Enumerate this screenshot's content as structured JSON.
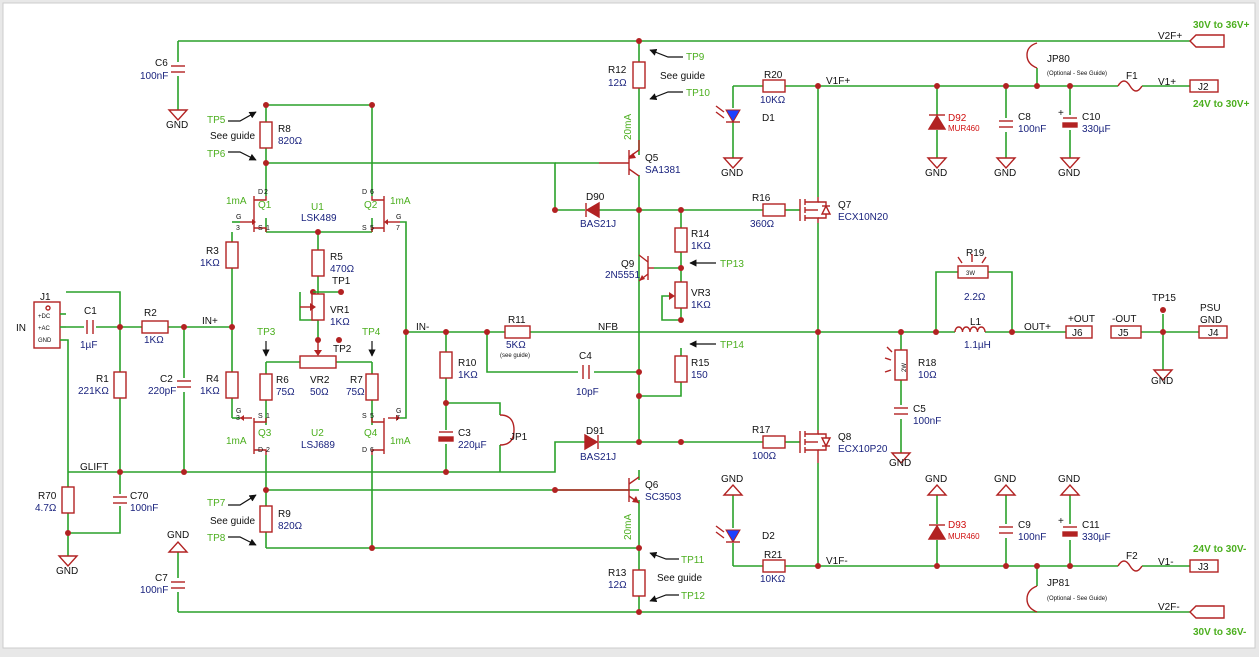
{
  "colors": {
    "wire": "#2aa12a",
    "component": "#b22222",
    "ref_label": "#1a237e",
    "testpoint": "#4caf1f",
    "diode_part": "#d01010",
    "led": "#1e40ff"
  },
  "connectors": {
    "J1": {
      "ref": "J1",
      "pins": [
        "+DC",
        "+AC",
        "GND"
      ],
      "label": "IN"
    },
    "J2": {
      "ref": "J2",
      "net": "V1+",
      "supply": "24V to 30V+"
    },
    "J3": {
      "ref": "J3",
      "net": "V1-",
      "supply": "24V to 30V-"
    },
    "J4": {
      "ref": "J4",
      "label_top": "PSU",
      "label_bottom": "GND"
    },
    "J5": {
      "ref": "J5",
      "net": "-OUT"
    },
    "J6": {
      "ref": "J6",
      "net": "+OUT"
    },
    "V2Fp": {
      "net": "V2F+",
      "supply": "30V to 36V+"
    },
    "V2Fm": {
      "net": "V2F-",
      "supply": "30V to 36V-"
    }
  },
  "parts": {
    "C1": [
      "C1",
      "1µF"
    ],
    "C2": [
      "C2",
      "220pF"
    ],
    "C3": [
      "C3",
      "220µF"
    ],
    "C4": [
      "C4",
      "10pF"
    ],
    "C5": [
      "C5",
      "100nF"
    ],
    "C6": [
      "C6",
      "100nF"
    ],
    "C7": [
      "C7",
      "100nF"
    ],
    "C8": [
      "C8",
      "100nF"
    ],
    "C9": [
      "C9",
      "100nF"
    ],
    "C10": [
      "C10",
      "330µF"
    ],
    "C11": [
      "C11",
      "330µF"
    ],
    "C70": [
      "C70",
      "100nF"
    ],
    "R1": [
      "R1",
      "221KΩ"
    ],
    "R2": [
      "R2",
      "1KΩ"
    ],
    "R3": [
      "R3",
      "1KΩ"
    ],
    "R4": [
      "R4",
      "1KΩ"
    ],
    "R5": [
      "R5",
      "470Ω"
    ],
    "R6": [
      "R6",
      "75Ω"
    ],
    "R7": [
      "R7",
      "75Ω"
    ],
    "R8": [
      "R8",
      "820Ω"
    ],
    "R9": [
      "R9",
      "820Ω"
    ],
    "R10": [
      "R10",
      "1KΩ"
    ],
    "R11": [
      "R11",
      "5KΩ",
      "(see guide)"
    ],
    "R12": [
      "R12",
      "12Ω"
    ],
    "R13": [
      "R13",
      "12Ω"
    ],
    "R14": [
      "R14",
      "1KΩ"
    ],
    "R15": [
      "R15",
      "150"
    ],
    "R16": [
      "R16",
      "360Ω"
    ],
    "R17": [
      "R17",
      "100Ω"
    ],
    "R18": [
      "R18",
      "10Ω",
      "2W"
    ],
    "R19": [
      "R19",
      "2.2Ω",
      "3W"
    ],
    "R20": [
      "R20",
      "10KΩ"
    ],
    "R21": [
      "R21",
      "10KΩ"
    ],
    "R70": [
      "R70",
      "4.7Ω"
    ],
    "VR1": [
      "VR1",
      "1KΩ"
    ],
    "VR2": [
      "VR2",
      "50Ω"
    ],
    "VR3": [
      "VR3",
      "1KΩ"
    ],
    "L1": [
      "L1",
      "1.1µH"
    ],
    "F1": [
      "F1"
    ],
    "F2": [
      "F2"
    ],
    "D1": [
      "D1"
    ],
    "D2": [
      "D2"
    ],
    "D90": [
      "D90",
      "BAS21J"
    ],
    "D91": [
      "D91",
      "BAS21J"
    ],
    "D92": [
      "D92",
      "MUR460"
    ],
    "D93": [
      "D93",
      "MUR460"
    ],
    "Q1": [
      "Q1",
      "1mA"
    ],
    "Q2": [
      "Q2",
      "1mA"
    ],
    "Q3": [
      "Q3",
      "1mA"
    ],
    "Q4": [
      "Q4",
      "1mA"
    ],
    "U1": [
      "U1",
      "LSK489"
    ],
    "U2": [
      "U2",
      "LSJ689"
    ],
    "Q5": [
      "Q5",
      "SA1381"
    ],
    "Q6": [
      "Q6",
      "SC3503"
    ],
    "Q7": [
      "Q7",
      "ECX10N20"
    ],
    "Q8": [
      "Q8",
      "ECX10P20"
    ],
    "Q9": [
      "Q9",
      "2N5551"
    ],
    "JP1": [
      "JP1"
    ],
    "JP80": [
      "JP80",
      "(Optional - See Guide)"
    ],
    "JP81": [
      "JP81",
      "(Optional - See Guide)"
    ]
  },
  "testpoints": [
    "TP1",
    "TP2",
    "TP3",
    "TP4",
    "TP5",
    "TP6",
    "TP7",
    "TP8",
    "TP9",
    "TP10",
    "TP11",
    "TP12",
    "TP13",
    "TP14",
    "TP15"
  ],
  "notes": {
    "see_guide": "See guide",
    "current_top": "20mA",
    "current_bottom": "20mA"
  },
  "nets": {
    "in_plus": "IN+",
    "in_minus": "IN-",
    "nfb": "NFB",
    "glift": "GLIFT",
    "out_plus": "OUT+",
    "v1f_plus": "V1F+",
    "v1f_minus": "V1F-",
    "gnd": "GND",
    "plus_out": "+OUT",
    "minus_out": "-OUT"
  },
  "pins": {
    "d": "D",
    "g": "G",
    "s": "S",
    "p1": "1",
    "p2": "2",
    "p3": "3",
    "p5": "5",
    "p6": "6",
    "p7": "7"
  }
}
